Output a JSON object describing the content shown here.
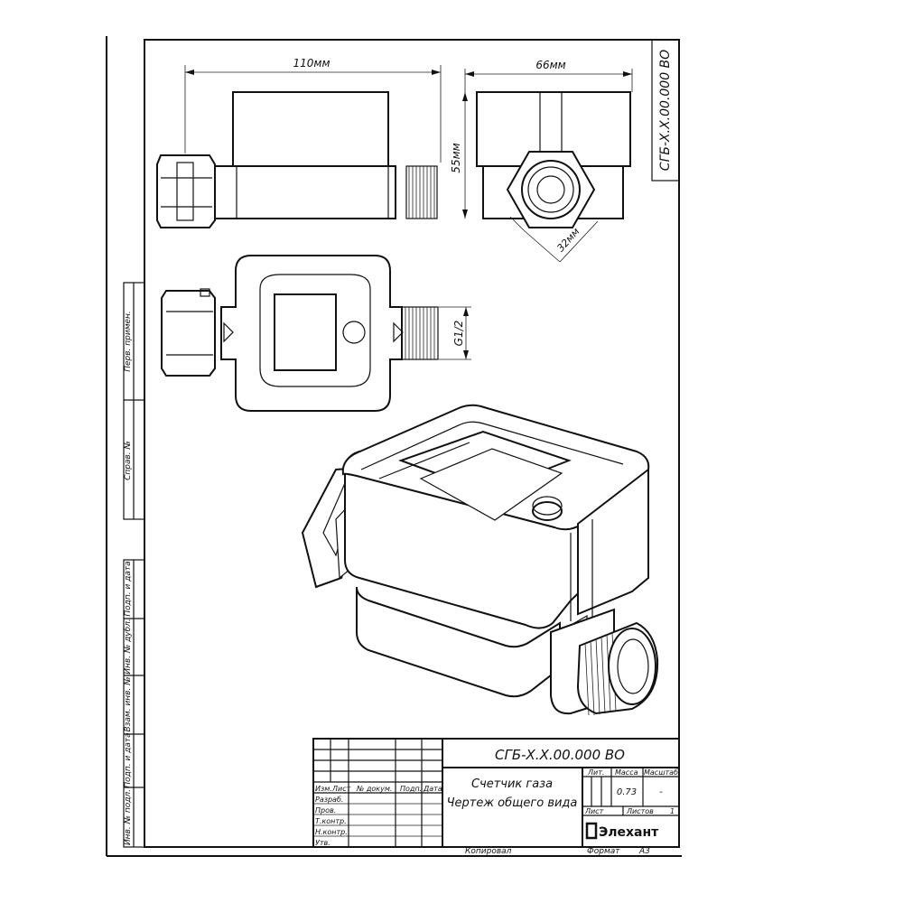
{
  "dimensions": {
    "length": "110мм",
    "width": "66мм",
    "height": "55мм",
    "across_flats": "32мм",
    "thread": "G1/2"
  },
  "doc_code_vertical": "СГБ-Х.Х.00.000 ВО",
  "side_stamp": {
    "perv_primen": "Перв. примен.",
    "sprav_no": "Справ. №",
    "podp_data_1": "Подп. и дата",
    "inv_dubl": "Инв. № дубл.",
    "vzam_inv": "Взам. инв. №",
    "podp_data_2": "Подп. и дата",
    "inv_podl": "Инв. № подл."
  },
  "title_block": {
    "doc_code": "СГБ-Х.Х.00.000 ВО",
    "header_izm": "Изм.",
    "header_list": "Лист",
    "header_dokum": "№ докум.",
    "header_podp": "Подп.",
    "header_data": "Дата",
    "role_razrab": "Разраб.",
    "role_prov": "Пров.",
    "role_tkontr": "Т.контр.",
    "role_nkontr": "Н.контр.",
    "role_utv": "Утв.",
    "name_line1": "Счетчик газа",
    "name_line2": "Чертеж общего вида",
    "col_lit": "Лит.",
    "col_massa": "Масса",
    "col_masshtab": "Масштаб",
    "massa_value": "0.73",
    "masshtab_value": "-",
    "list_label": "Лист",
    "listov_label": "Листов",
    "listov_value": "1",
    "company": "Элехант"
  },
  "footer": {
    "copied": "Копировал",
    "format_label": "Формат",
    "format_value": "А3"
  }
}
